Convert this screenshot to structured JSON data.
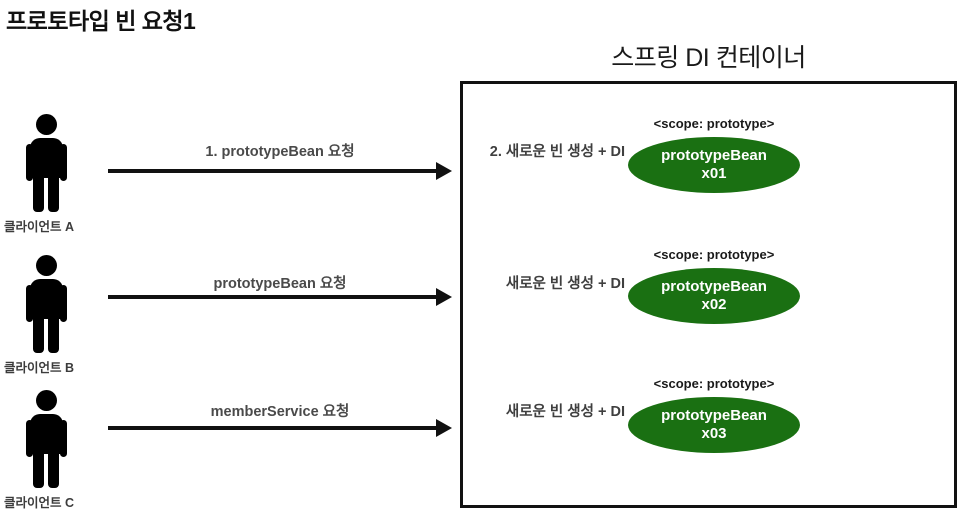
{
  "title": "프로토타입 빈 요청1",
  "container": {
    "title": "스프링 DI 컨테이너",
    "border_color": "#111111"
  },
  "colors": {
    "bean_fill": "#1a7012",
    "bean_text": "#ffffff",
    "label_text": "#4a4a4a",
    "title_text": "#111111",
    "background": "#ffffff"
  },
  "rows": [
    {
      "client_label": "클라이언트 A",
      "request_label": "1. prototypeBean 요청",
      "di_label": "2. 새로운 빈 생성 + DI",
      "scope_label": "<scope: prototype>",
      "bean_name": "prototypeBean",
      "bean_id": "x01"
    },
    {
      "client_label": "클라이언트 B",
      "request_label": "prototypeBean 요청",
      "di_label": "새로운 빈 생성 + DI",
      "scope_label": "<scope: prototype>",
      "bean_name": "prototypeBean",
      "bean_id": "x02"
    },
    {
      "client_label": "클라이언트 C",
      "request_label": "memberService 요청",
      "di_label": "새로운 빈 생성 + DI",
      "scope_label": "<scope: prototype>",
      "bean_name": "prototypeBean",
      "bean_id": "x03"
    }
  ]
}
